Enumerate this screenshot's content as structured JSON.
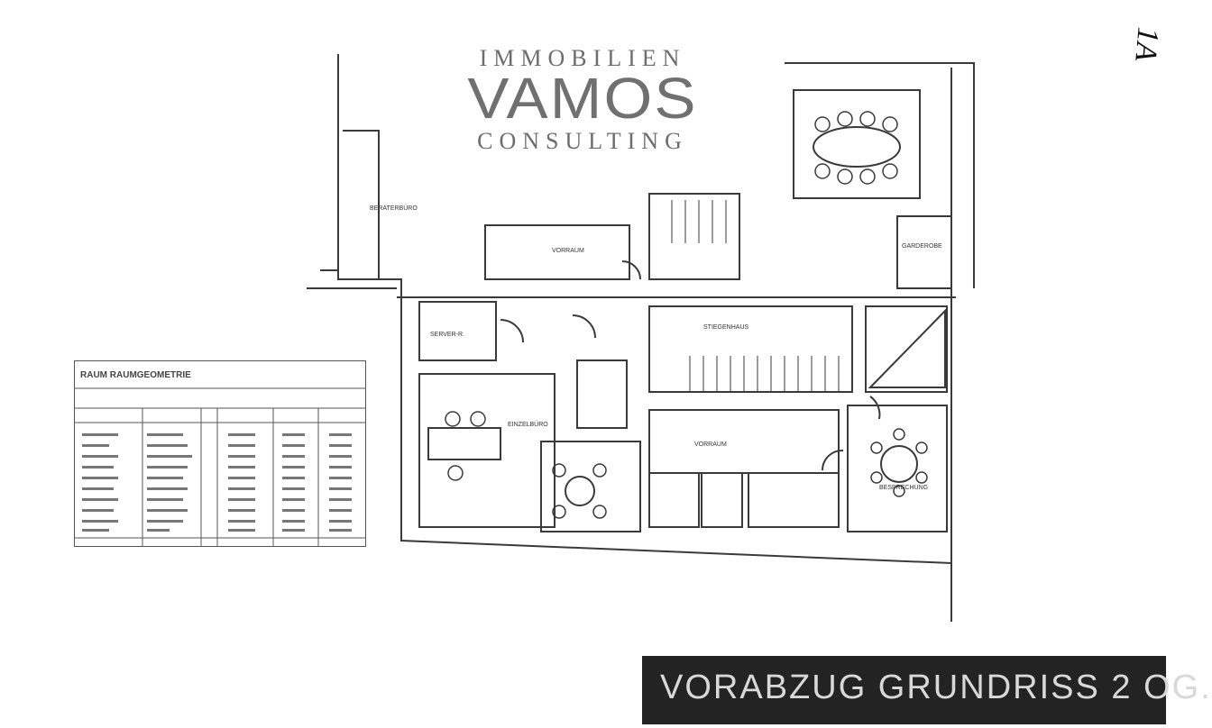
{
  "logo": {
    "line1": "IMMOBILIEN",
    "line2": "VAMOS",
    "line3": "CONSULTING"
  },
  "banner": {
    "text": "VORABZUG GRUNDRISS 2 OG."
  },
  "handwritten_note": "1A",
  "plan": {
    "rooms": [
      "BERATERBÜRO",
      "VORRAUM",
      "GARDEROBE",
      "SERVER-R.",
      "STIEGENHAUS",
      "EINZELBÜRO",
      "VORRAUM",
      "BESPRECHUNG"
    ]
  },
  "room_table": {
    "title": "RAUM RAUMGEOMETRIE"
  },
  "colors": {
    "line": "#3a3a3a",
    "banner_bg": "#232323",
    "banner_text": "#d8d8d8",
    "logo": "#6d6d6d"
  }
}
